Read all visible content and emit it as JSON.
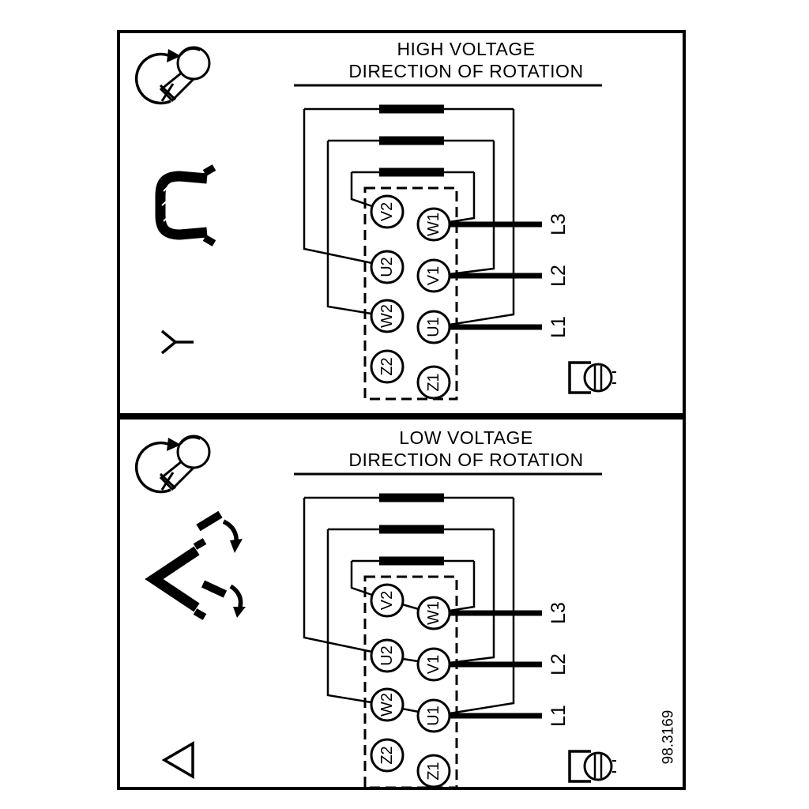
{
  "drawing_number": "98.3169",
  "panels": {
    "high": {
      "title_line1": "HIGH VOLTAGE",
      "title_line2": "DIRECTION OF ROTATION",
      "connection_type": "star",
      "terminals_left": [
        "V2",
        "U2",
        "W2",
        "Z2"
      ],
      "terminals_right": [
        "W1",
        "V1",
        "U1",
        "Z1"
      ],
      "supply_lines": [
        "L3",
        "L2",
        "L1"
      ]
    },
    "low": {
      "title_line1": "LOW VOLTAGE",
      "title_line2": "DIRECTION OF ROTATION",
      "connection_type": "delta",
      "terminals_left": [
        "V2",
        "U2",
        "W2",
        "Z2"
      ],
      "terminals_right": [
        "W1",
        "V1",
        "U1",
        "Z1"
      ],
      "supply_lines": [
        "L3",
        "L2",
        "L1"
      ]
    }
  },
  "icons": {
    "screw_rotation": "screw-with-rotation-arrow",
    "jumper": "terminal-jumper-link",
    "star": "star-connection-symbol",
    "delta": "delta-connection-symbol",
    "fastener": "screw-fastener"
  },
  "colors": {
    "line": "#000000",
    "background": "#ffffff"
  }
}
